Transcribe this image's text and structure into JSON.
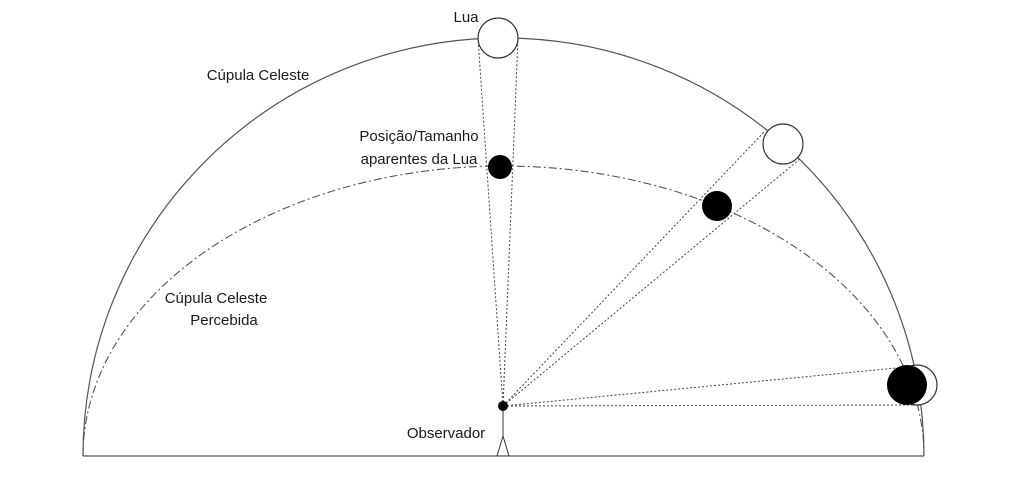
{
  "labels": {
    "moon": "Lua",
    "celestial_dome": "Cúpula Celeste",
    "apparent_line1": "Posição/Tamanho",
    "apparent_line2": "aparentes da Lua",
    "perceived_line1": "Cúpula Celeste",
    "perceived_line2": "Percebida",
    "observer": "Observador"
  },
  "colors": {
    "apparent_moon": "#000000",
    "real_moon": "#ffffff",
    "stroke": "#555555"
  }
}
